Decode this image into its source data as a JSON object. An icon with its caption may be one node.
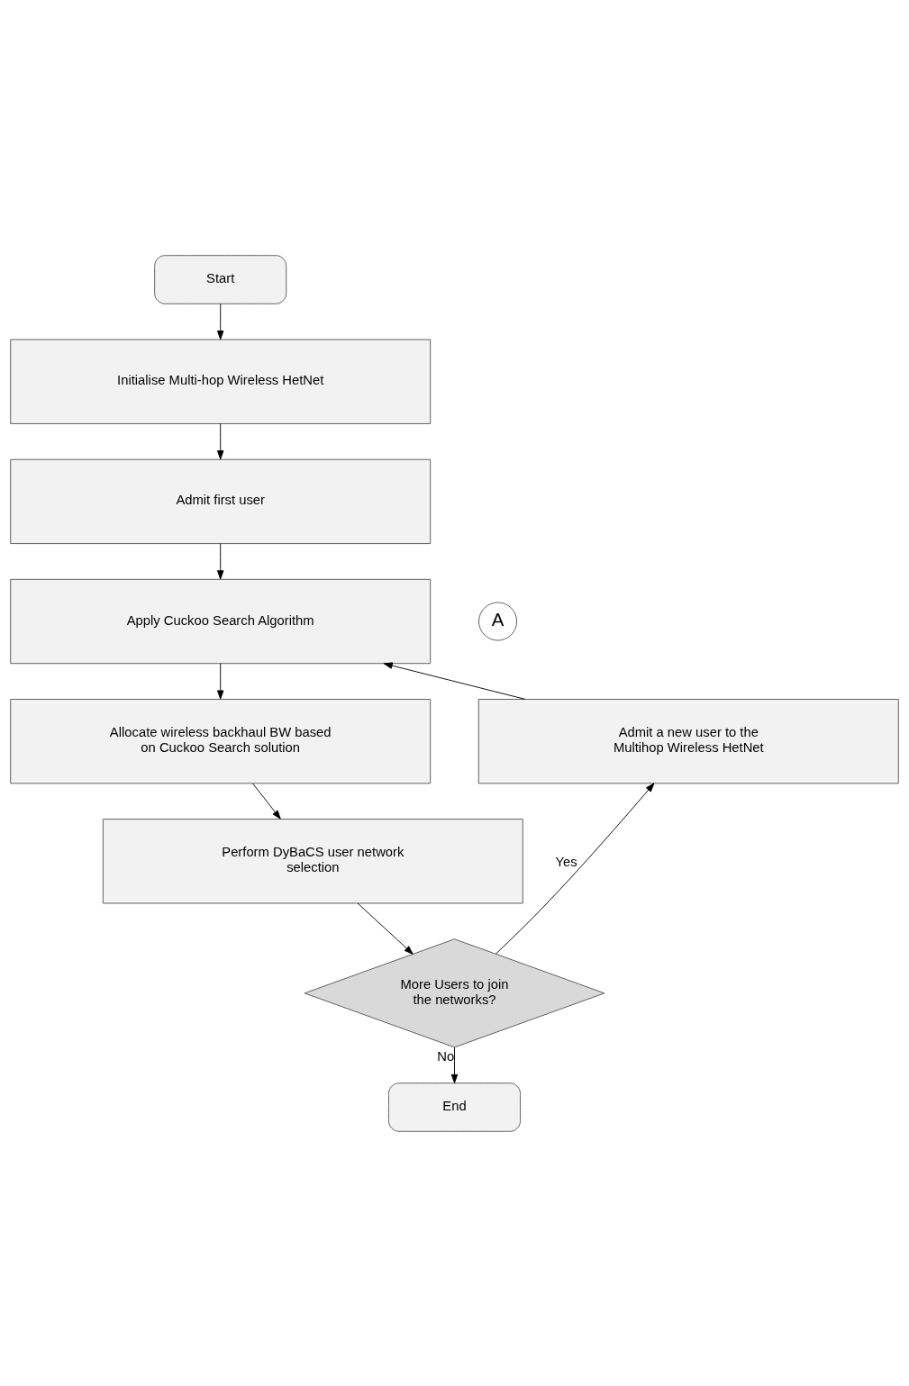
{
  "diagram": {
    "nodes": [
      {
        "text": [
          "Start"
        ]
      },
      {
        "text": [
          "Initialise Multi-hop Wireless HetNet"
        ]
      },
      {
        "text": [
          "Admit first user"
        ]
      },
      {
        "text": [
          "Apply Cuckoo Search Algorithm"
        ]
      },
      {
        "text": [
          "A"
        ]
      },
      {
        "text": [
          "Allocate wireless backhaul BW based on Cuckoo Search solution"
        ]
      },
      {
        "text": [
          "Perform DyBaCS user network selection"
        ]
      },
      {
        "text": [
          "More Users to join the networks?"
        ]
      },
      {
        "text": [
          "Admit a new user to the Multihop Wireless HetNet"
        ]
      },
      {
        "text": [
          "End"
        ]
      }
    ],
    "edges": [
      {
        "from": 0,
        "to": 1,
        "arrow": "to"
      },
      {
        "from": 1,
        "to": 2,
        "arrow": "to"
      },
      {
        "from": 2,
        "to": 3,
        "arrow": "to"
      },
      {
        "from": 3,
        "to": 5,
        "arrow": "to"
      },
      {
        "from": 5,
        "to": 6,
        "arrow": "to"
      },
      {
        "from": 6,
        "to": 7,
        "arrow": "to"
      },
      {
        "from": 7,
        "to": 8,
        "label": "Yes",
        "arrow": "to"
      },
      {
        "from": 8,
        "to": 3,
        "arrow": "to"
      },
      {
        "from": 7,
        "to": 9,
        "label": "No",
        "arrow": "to"
      }
    ]
  }
}
